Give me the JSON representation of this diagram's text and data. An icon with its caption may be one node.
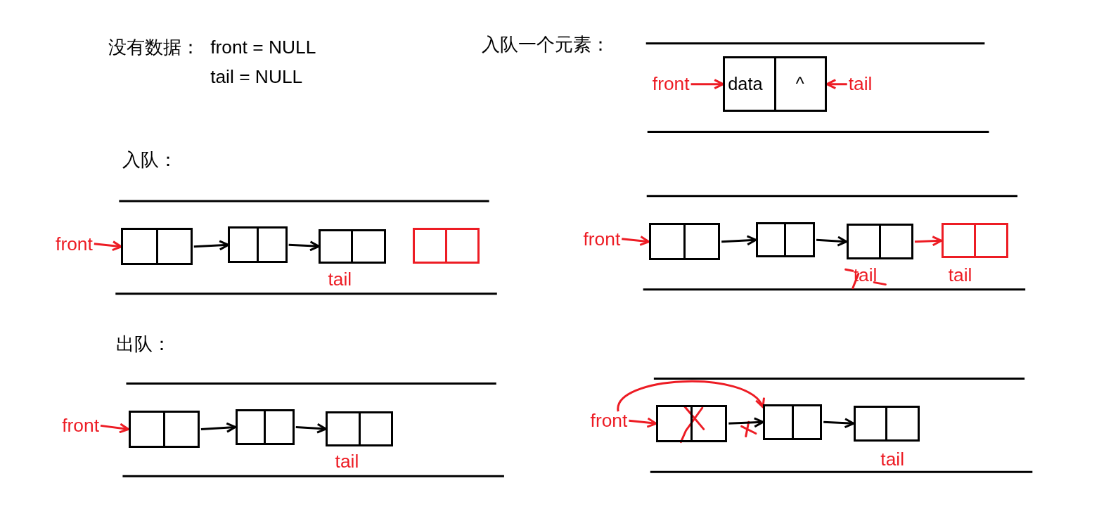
{
  "diagram": {
    "nodes": [
      {
        "text": [
          "front"
        ]
      },
      {
        "text": [
          "data",
          "^"
        ]
      },
      {
        "text": [
          "tail"
        ]
      },
      {
        "text": [
          "front"
        ]
      },
      {
        "text": [],
        "shape": "box"
      },
      {
        "text": [],
        "shape": "box"
      },
      {
        "text": [],
        "shape": "box",
        "beside": [
          "tail"
        ]
      },
      {
        "text": [],
        "shape": "box"
      },
      {
        "text": [
          "front"
        ]
      },
      {
        "text": [],
        "shape": "box"
      },
      {
        "text": [],
        "shape": "box"
      },
      {
        "text": [],
        "shape": "box",
        "beside": [
          "tail"
        ]
      },
      {
        "text": [],
        "shape": "box",
        "beside": [
          "tail"
        ]
      },
      {
        "text": [
          "front"
        ]
      },
      {
        "text": [],
        "shape": "box"
      },
      {
        "text": [],
        "shape": "box"
      },
      {
        "text": [],
        "shape": "box",
        "beside": [
          "tail"
        ]
      },
      {
        "text": [
          "front"
        ]
      },
      {
        "text": [],
        "shape": "box"
      },
      {
        "text": [],
        "shape": "box"
      },
      {
        "text": [],
        "shape": "box",
        "beside": [
          "tail"
        ]
      }
    ],
    "edges": [
      {
        "from": 0,
        "to": 1,
        "arrow": "to",
        "color": "#ed1c24"
      },
      {
        "from": 2,
        "to": 1,
        "arrow": "to",
        "color": "#ed1c24"
      },
      {
        "from": 3,
        "to": 4,
        "arrow": "to",
        "color": "#ed1c24"
      },
      {
        "from": 4,
        "to": 5,
        "arrow": "to",
        "color": "#000000"
      },
      {
        "from": 5,
        "to": 6,
        "arrow": "to",
        "color": "#000000"
      },
      {
        "from": 8,
        "to": 9,
        "arrow": "to",
        "color": "#ed1c24"
      },
      {
        "from": 9,
        "to": 10,
        "arrow": "to",
        "color": "#000000"
      },
      {
        "from": 10,
        "to": 11,
        "arrow": "to",
        "color": "#000000"
      },
      {
        "from": 11,
        "to": 12,
        "arrow": "to",
        "color": "#ed1c24"
      },
      {
        "from": 13,
        "to": 14,
        "arrow": "to",
        "color": "#ed1c24"
      },
      {
        "from": 14,
        "to": 15,
        "arrow": "to",
        "color": "#000000"
      },
      {
        "from": 15,
        "to": 16,
        "arrow": "to",
        "color": "#000000"
      },
      {
        "from": 17,
        "to": 18,
        "arrow": "to",
        "color": "#ed1c24"
      },
      {
        "from": 17,
        "to": 19,
        "arrow": "to",
        "color": "#ed1c24"
      },
      {
        "from": 18,
        "to": 19,
        "arrow": "to",
        "color": "#000000"
      },
      {
        "from": 19,
        "to": 20,
        "arrow": "to",
        "color": "#000000"
      }
    ],
    "labels": [
      "没有数据：",
      "front = NULL",
      "入队一个元素：",
      "tail = NULL",
      "入队：",
      "出队："
    ]
  }
}
